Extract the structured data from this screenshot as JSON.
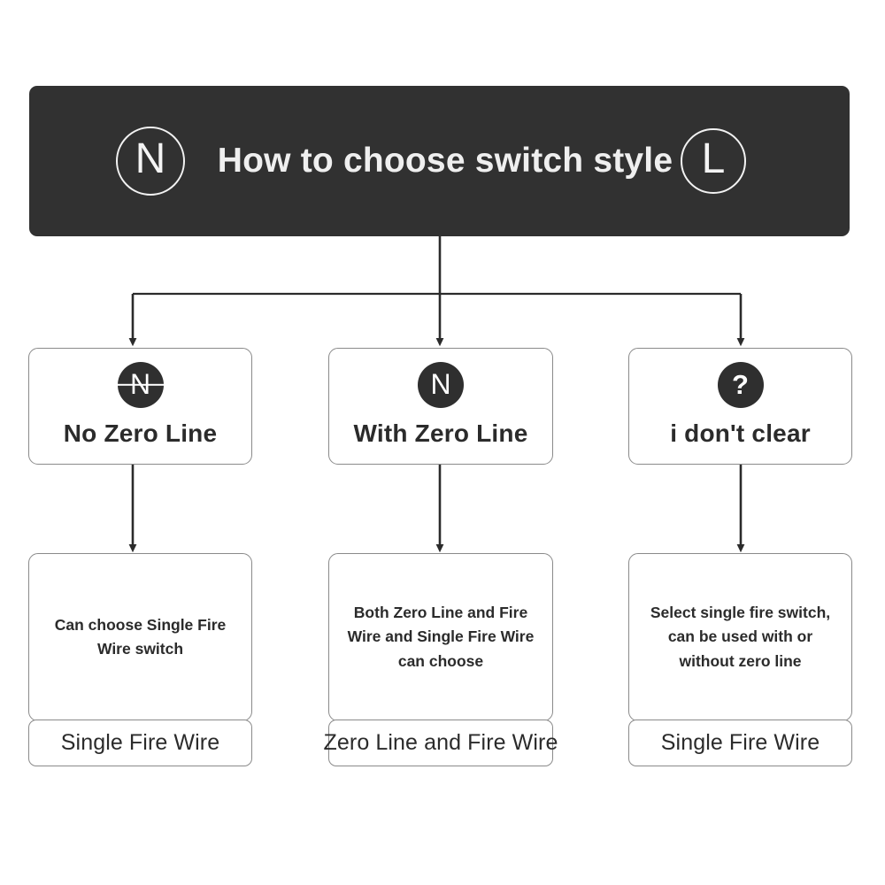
{
  "header": {
    "title": "How to choose switch style",
    "left_badge": "N",
    "right_badge": "L",
    "background_color": "#313131",
    "text_color": "#efefef"
  },
  "options": [
    {
      "id": "no-zero-line",
      "badge_glyph": "N",
      "badge_style": "struck",
      "label": "No Zero Line",
      "result_description": "Can choose Single Fire Wire switch",
      "result_footer": "Single Fire Wire"
    },
    {
      "id": "with-zero-line",
      "badge_glyph": "N",
      "badge_style": "plain",
      "label": "With Zero Line",
      "result_description": "Both Zero Line and Fire Wire and Single Fire Wire can choose",
      "result_footer": "Zero Line and Fire Wire"
    },
    {
      "id": "i-dont-clear",
      "badge_glyph": "?",
      "badge_style": "question",
      "label": "i don't clear",
      "result_description": "Select single fire switch, can be used with or without zero line",
      "result_footer": "Single Fire Wire"
    }
  ],
  "colors": {
    "page_background": "#ffffff",
    "card_background": "#ffffff",
    "card_border": "#8a8a8a",
    "badge_fill": "#2f2f2f",
    "connector": "#2b2b2b",
    "body_text": "#2b2b2b"
  }
}
